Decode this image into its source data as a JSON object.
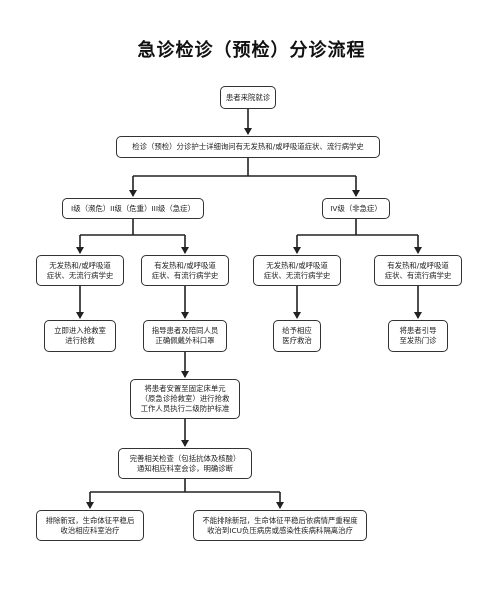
{
  "title": "急诊检诊（预检）分诊流程",
  "nodes": {
    "start": "患者来院就诊",
    "triage": "检诊（预检）分诊护士详细询问有无发热和/或呼吸道症状、流行病学史",
    "level123": "I级（濒危）II级（危重）III级（急症）",
    "level4": "IV级（非急症）",
    "a_no_symptom": "无发热和/或呼吸道\n症状、无流行病学史",
    "a_symptom": "有发热和/或呼吸道\n症状、有流行病学史",
    "b_no_symptom": "无发热和/或呼吸道\n症状、无流行病学史",
    "b_symptom": "有发热和/或呼吸道\n症状、有流行病学史",
    "rescue_room": "立即进入抢救室\n进行抢救",
    "guide_mask": "指导患者及陪同人员\n正确佩戴外科口罩",
    "treat_care": "给予相应\n医疗救治",
    "fever_clinic": "将患者引导\n至发热门诊",
    "fixed_unit": "将患者安置至固定床单元\n（原急诊抢救室）进行抢救\n工作人员执行二级防护标准",
    "exams": "完善相关检查（包括抗体及核酸）\n通知相应科室会诊，明确诊断",
    "exclude": "排除新冠，生命体征平稳后\n收治相应科室治疗",
    "not_exclude": "不能排除新冠，生命体征平稳后依病情严重程度\n收治到ICU负压病房或感染性疾病科隔离治疗"
  }
}
